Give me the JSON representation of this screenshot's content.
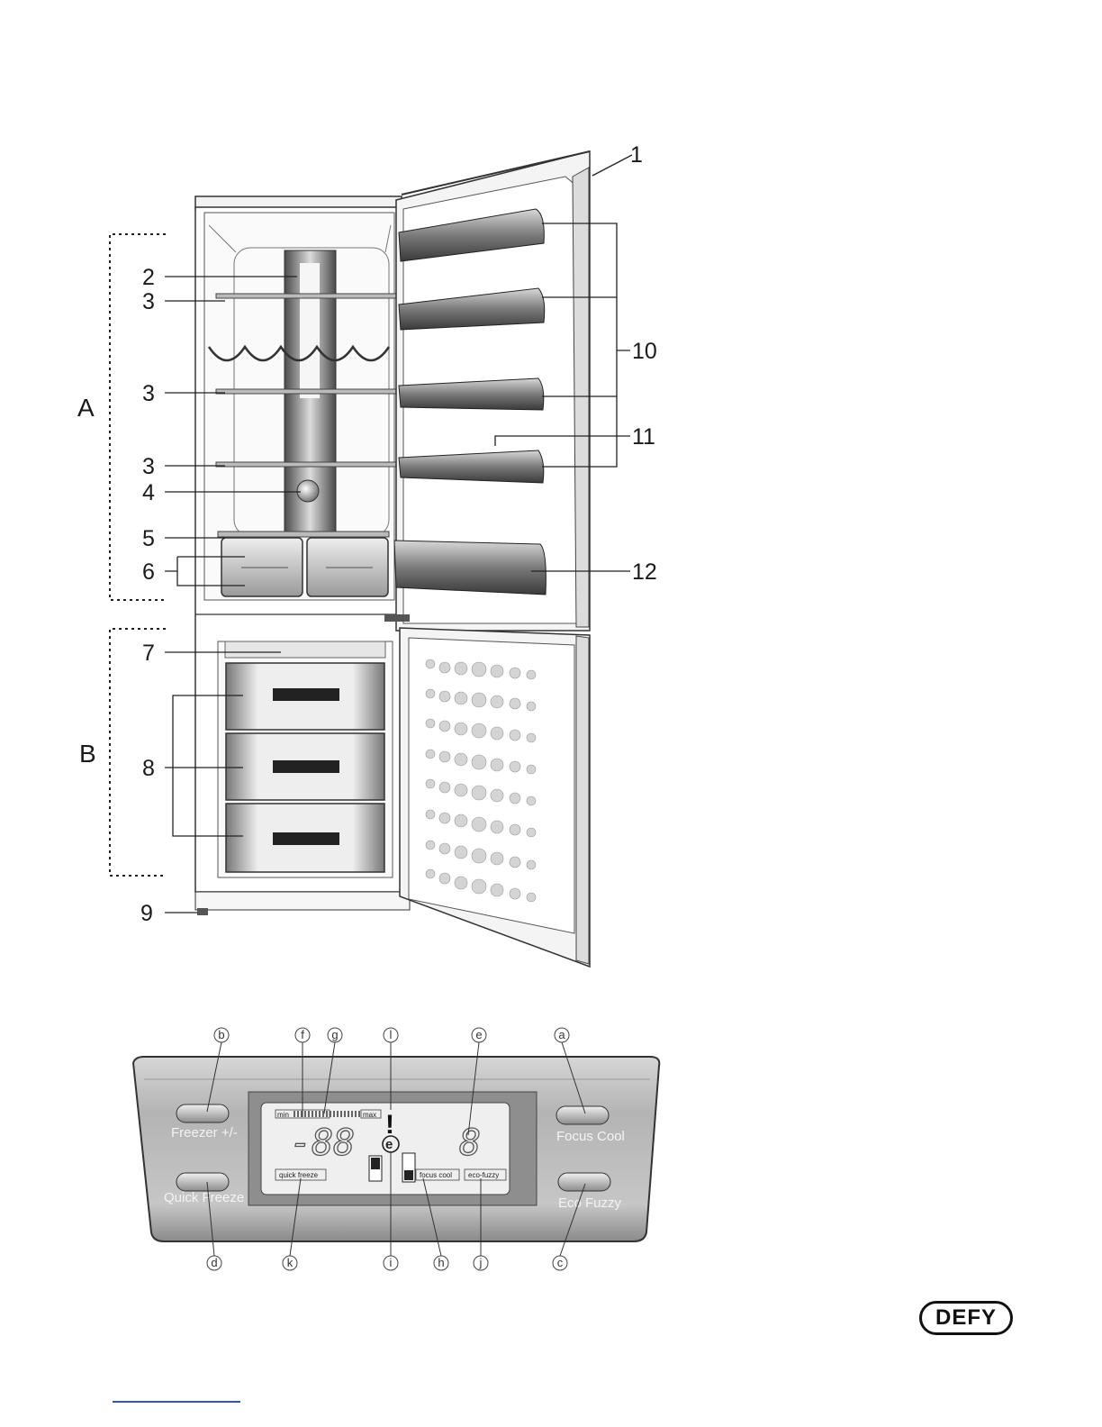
{
  "fridge": {
    "callouts": [
      "1",
      "2",
      "3",
      "3",
      "3",
      "4",
      "5",
      "6",
      "7",
      "8",
      "9",
      "10",
      "11",
      "12"
    ],
    "zones": [
      "A",
      "B"
    ]
  },
  "panel": {
    "letters_top": [
      "b",
      "f",
      "g",
      "l",
      "e",
      "a"
    ],
    "letters_bottom": [
      "d",
      "k",
      "i",
      "h",
      "j",
      "c"
    ],
    "buttons": {
      "freezer": "Freezer +/-",
      "quick_freeze": "Quick Freeze",
      "focus_cool": "Focus Cool",
      "eco_fuzzy": "Eco Fuzzy"
    },
    "lcd": {
      "min": "min",
      "max": "max",
      "freezer_digits": "-88",
      "fridge_digit": "8",
      "alarm_symbol": "!",
      "eco_symbol": "e",
      "quick_freeze": "quick freeze",
      "focus_cool": "focus cool",
      "eco_fuzzy": "eco-fuzzy"
    }
  },
  "brand": {
    "logo": "DEFY"
  }
}
